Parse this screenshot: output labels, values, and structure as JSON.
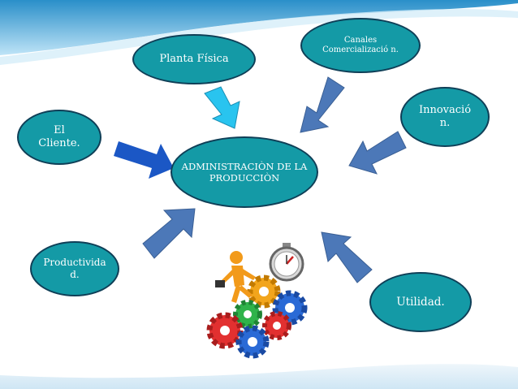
{
  "colors": {
    "node_fill": "#149aa6",
    "node_border": "#0f3f57",
    "arrow_dark": "#4c78b8",
    "arrow_light": "#29c4ef",
    "arrow_royal": "#1b57c5"
  },
  "diagram": {
    "center": {
      "label": "ADMINISTRACIÒN DE LA PRODUCCIÒN"
    },
    "nodes": [
      {
        "label": "Planta Física"
      },
      {
        "label": "Canales Comercializació n."
      },
      {
        "label": "El Cliente."
      },
      {
        "label": "Innovació n."
      },
      {
        "label": "Productivida d."
      },
      {
        "label": "Utilidad."
      }
    ],
    "illustration": {
      "icon": "gears-figure-stopwatch-icon"
    }
  }
}
